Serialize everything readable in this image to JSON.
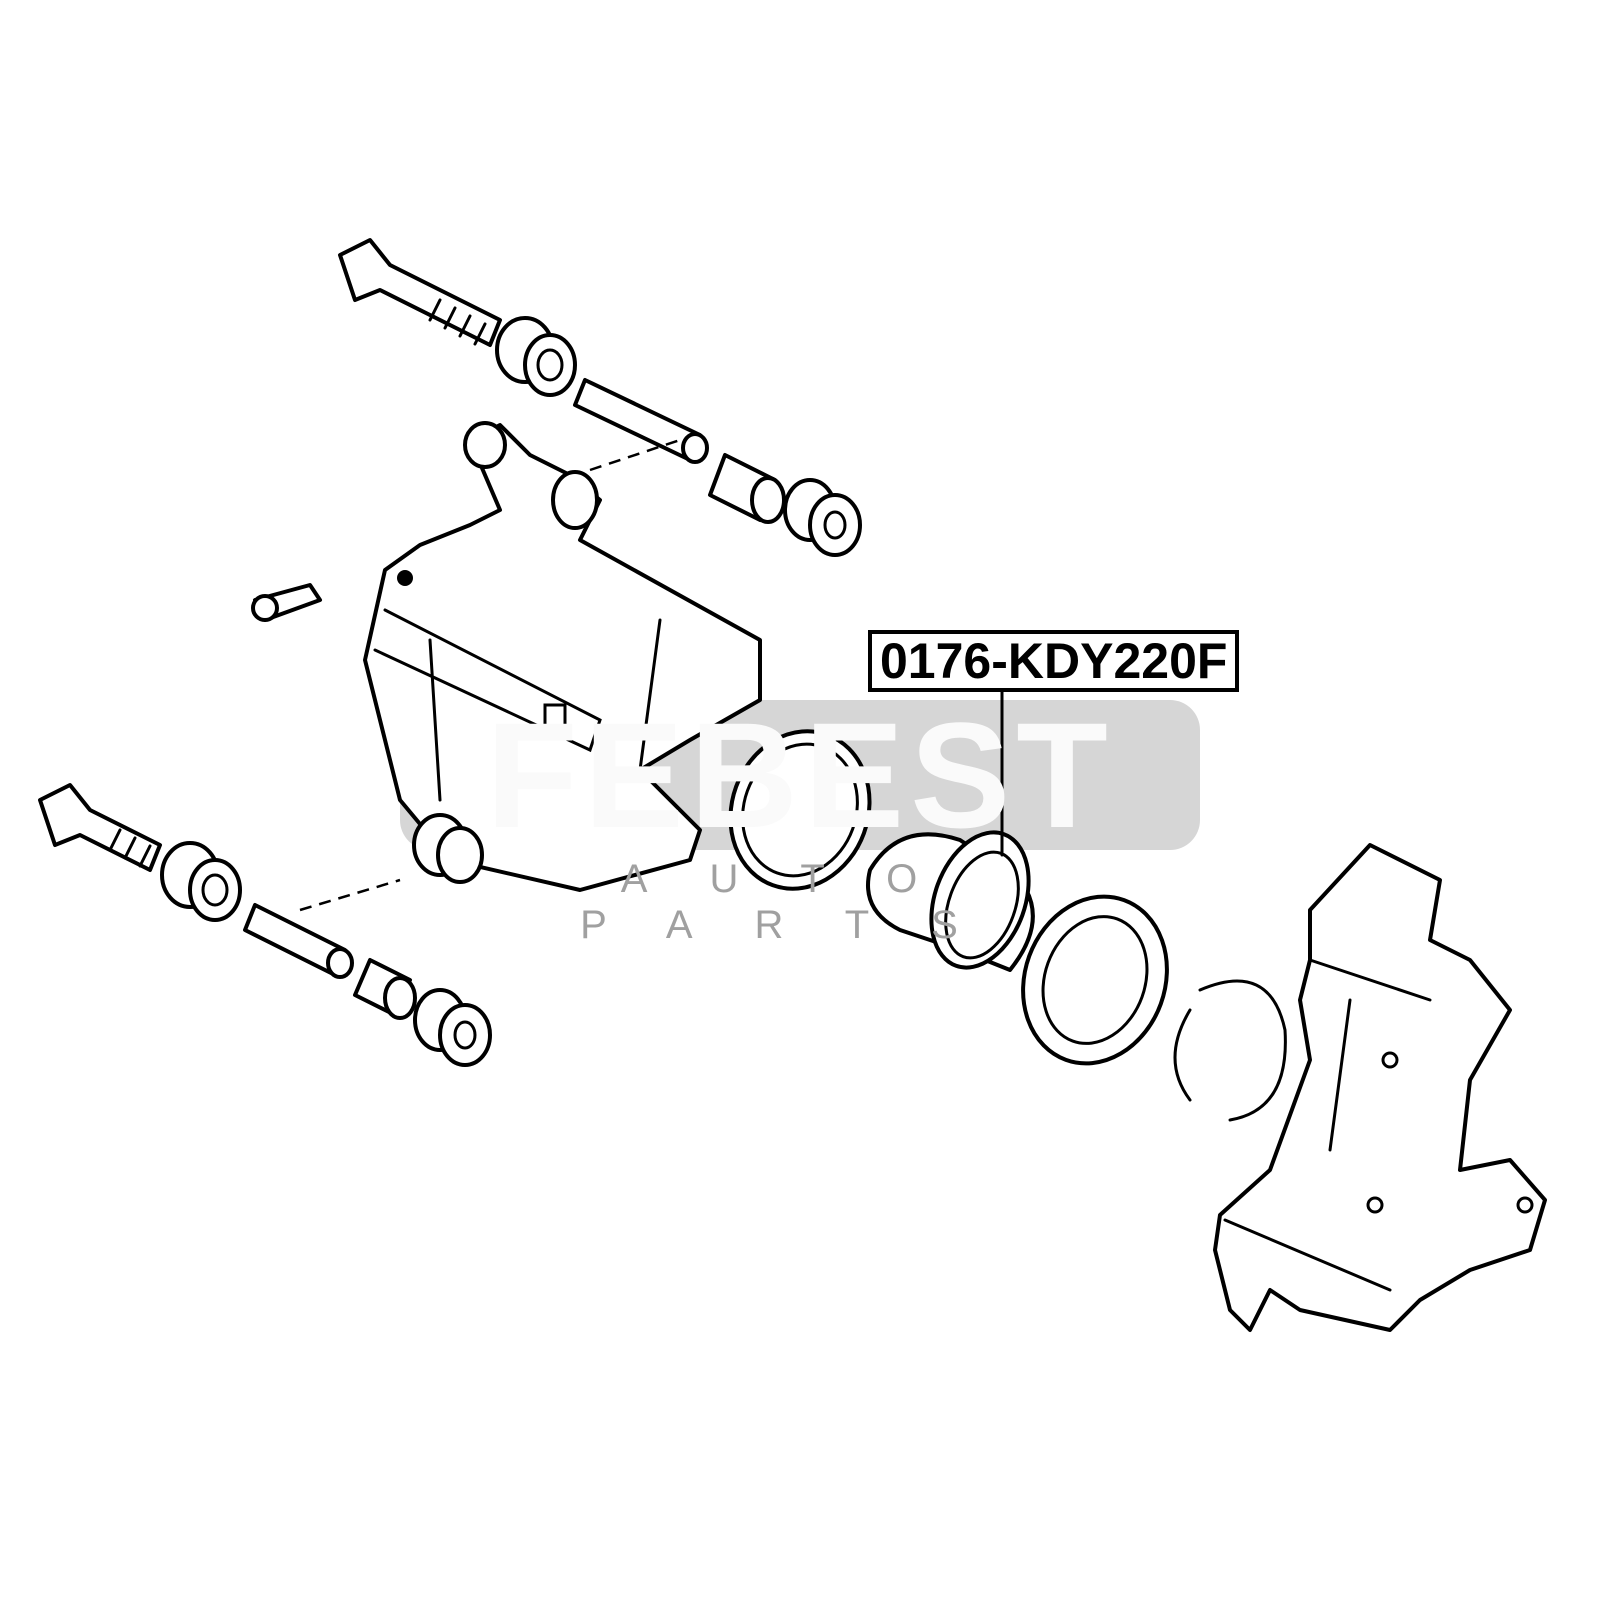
{
  "diagram": {
    "part_number": "0176-KDY220F",
    "watermark": {
      "brand": "FEBEST",
      "tagline": "AUTO PARTS"
    }
  }
}
